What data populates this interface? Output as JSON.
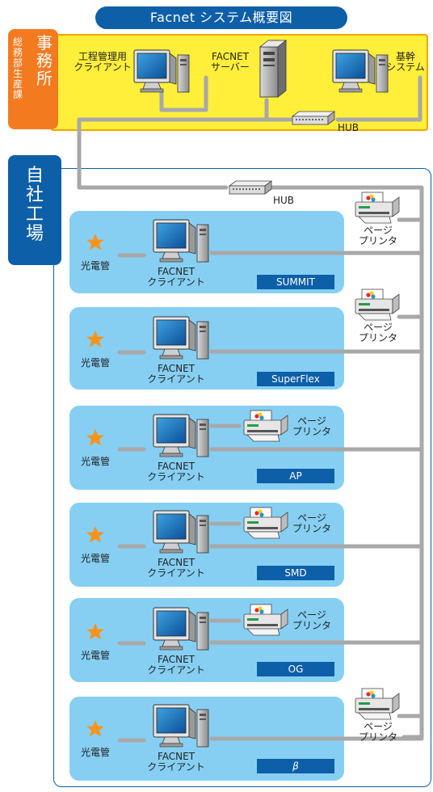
{
  "title": "Facnet システム概要図",
  "office": {
    "label_main": [
      "事",
      "務",
      "所"
    ],
    "label_sub": [
      "総",
      "務",
      "部",
      "生",
      "産",
      "課"
    ],
    "process_client_lines": [
      "工程管理用",
      "クライアント"
    ],
    "server_lines": [
      "FACNET",
      "サーバー"
    ],
    "core_lines": [
      "基幹",
      "システム"
    ],
    "hub": "HUB"
  },
  "factory": {
    "label": [
      "自",
      "社",
      "工",
      "場"
    ],
    "hub": "HUB",
    "printer_lines": [
      "ページ",
      "プリンタ"
    ],
    "sensor": "光電管",
    "client_lines": [
      "FACNET",
      "クライアント"
    ],
    "lines": [
      {
        "name": "SUMMIT"
      },
      {
        "name": "SuperFlex"
      },
      {
        "name": "AP"
      },
      {
        "name": "SMD"
      },
      {
        "name": "OG"
      },
      {
        "name": "β"
      }
    ]
  },
  "colors": {
    "title": "#0d5fa8",
    "office_bg": "#ffee3a",
    "office_tab": "#f47a20",
    "factory_tab": "#0d5fa8",
    "line_box": "#86cff3",
    "star": "#f7941d",
    "network": "#a8a8a8"
  },
  "icons": [
    "computer-icon",
    "server-icon",
    "hub-icon",
    "printer-icon",
    "star-icon"
  ]
}
